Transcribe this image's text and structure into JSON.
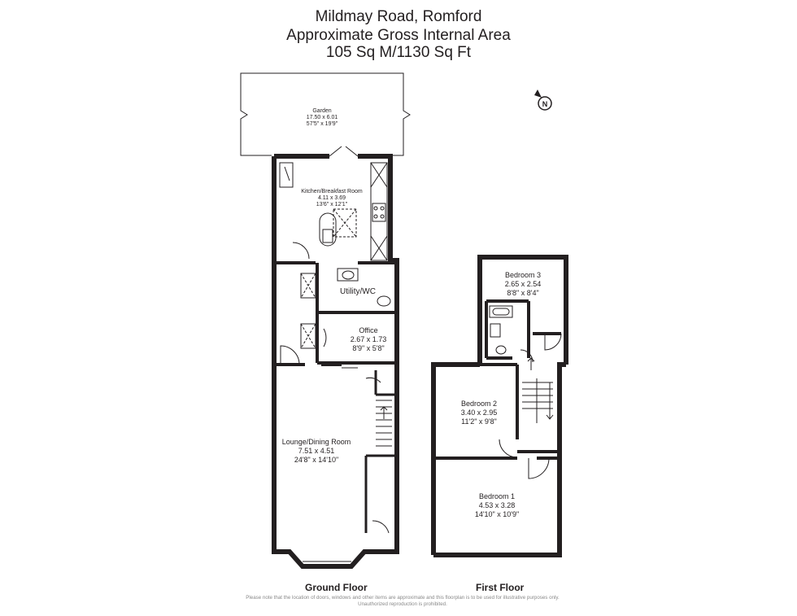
{
  "header": {
    "address": "Mildmay Road, Romford",
    "area_label": "Approximate Gross Internal Area",
    "area_value": "105 Sq M/1130 Sq Ft"
  },
  "compass": {
    "letter": "N"
  },
  "rooms": {
    "garden": {
      "name": "Garden",
      "metric": "17.50 x 6.01",
      "imperial": "57'5\" x 19'9\""
    },
    "kitchen": {
      "name": "Kitchen/Breakfast Room",
      "metric": "4.11 x 3.69",
      "imperial": "13'6\" x 12'1\""
    },
    "utility": {
      "name": "Utility/WC"
    },
    "office": {
      "name": "Office",
      "metric": "2.67 x 1.73",
      "imperial": "8'9\" x 5'8\""
    },
    "lounge": {
      "name": "Lounge/Dining Room",
      "metric": "7.51 x 4.51",
      "imperial": "24'8\" x 14'10\""
    },
    "bedroom3": {
      "name": "Bedroom 3",
      "metric": "2.65 x 2.54",
      "imperial": "8'8\" x 8'4\""
    },
    "bedroom2": {
      "name": "Bedroom 2",
      "metric": "3.40 x 2.95",
      "imperial": "11'2\" x 9'8\""
    },
    "bedroom1": {
      "name": "Bedroom 1",
      "metric": "4.53 x 3.28",
      "imperial": "14'10\" x 10'9\""
    }
  },
  "floors": {
    "ground": "Ground Floor",
    "first": "First Floor"
  },
  "disclaimer": "Please note that the location of doors, windows and other items are approximate and this floorplan is to be used for illustrative purposes only. Unauthorized reproduction is prohibited."
}
